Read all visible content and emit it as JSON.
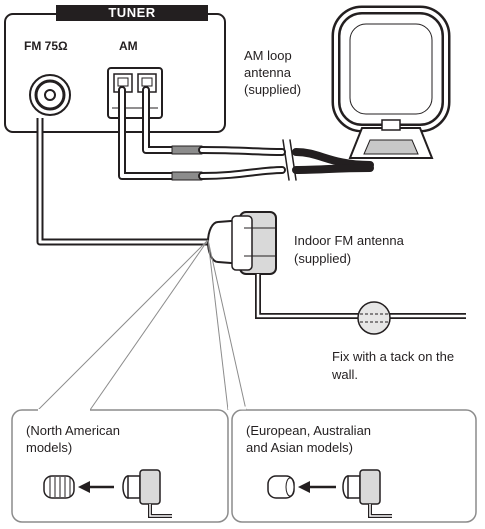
{
  "tuner": {
    "title": "TUNER",
    "fm_terminal": "FM 75Ω",
    "am_terminal": "AM"
  },
  "labels": {
    "am_antenna": [
      "AM loop",
      "antenna",
      "(supplied)"
    ],
    "fm_antenna": [
      "Indoor FM antenna",
      "(supplied)"
    ],
    "tack_note": [
      "Fix with a tack on the",
      "wall."
    ]
  },
  "insets": {
    "north_american": [
      "(North American",
      "models)"
    ],
    "european": [
      "(European, Australian",
      "and Asian models)"
    ]
  }
}
